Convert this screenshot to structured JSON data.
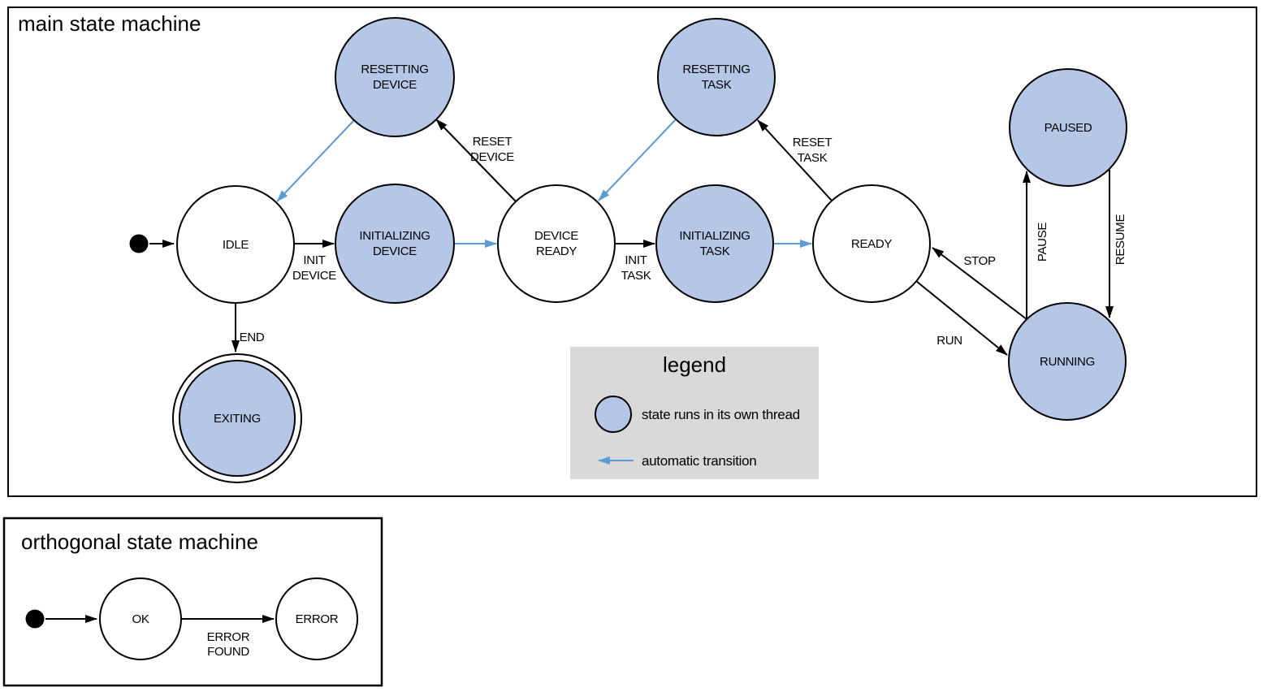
{
  "colors": {
    "state_thread_fill": "#b4c7e7",
    "automatic_transition_arrow": "#5b9bd5",
    "outline": "#000000",
    "legend_background": "#d9d9d9"
  },
  "main": {
    "title": "main state machine",
    "states": {
      "idle": "IDLE",
      "resetting_device": [
        "RESETTING",
        "DEVICE"
      ],
      "initializing_device": [
        "INITIALIZING",
        "DEVICE"
      ],
      "device_ready": [
        "DEVICE",
        "READY"
      ],
      "resetting_task": [
        "RESETTING",
        "TASK"
      ],
      "initializing_task": [
        "INITIALIZING",
        "TASK"
      ],
      "ready": "READY",
      "paused": "PAUSED",
      "running": "RUNNING",
      "exiting": "EXITING"
    },
    "transitions": {
      "init_device": [
        "INIT",
        "DEVICE"
      ],
      "reset_device": [
        "RESET",
        "DEVICE"
      ],
      "init_task": [
        "INIT",
        "TASK"
      ],
      "reset_task": [
        "RESET",
        "TASK"
      ],
      "end": "END",
      "stop": "STOP",
      "run": "RUN",
      "pause": "PAUSE",
      "resume": "RESUME"
    }
  },
  "legend": {
    "title": "legend",
    "items": [
      {
        "icon": "thread-state-circle",
        "label": "state runs in its own thread"
      },
      {
        "icon": "automatic-transition-arrow",
        "label": "automatic transition"
      }
    ]
  },
  "orthogonal": {
    "title": "orthogonal state machine",
    "states": {
      "ok": "OK",
      "error": "ERROR"
    },
    "transitions": {
      "error_found": [
        "ERROR",
        "FOUND"
      ]
    }
  }
}
